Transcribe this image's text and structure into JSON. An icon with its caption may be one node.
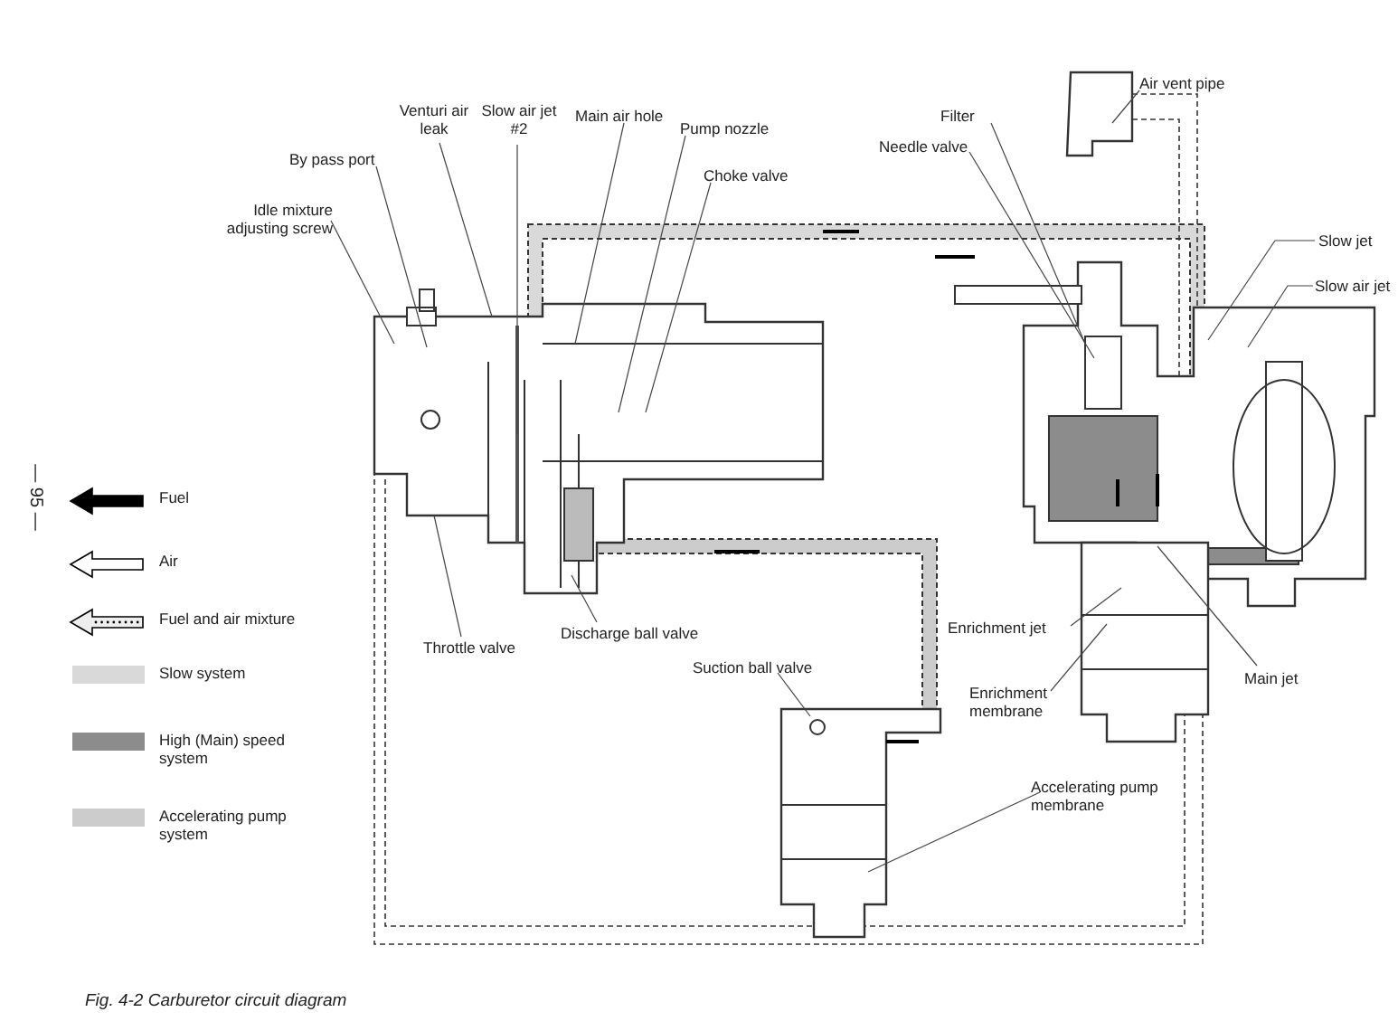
{
  "diagram": {
    "caption": "Fig. 4-2 Carburetor circuit diagram",
    "nodes": [
      {
        "text": [
          "Air vent pipe"
        ]
      },
      {
        "text": [
          "Venturi air leak"
        ]
      },
      {
        "text": [
          "Slow air jet #2"
        ]
      },
      {
        "text": [
          "Main air hole"
        ]
      },
      {
        "text": [
          "Filter"
        ]
      },
      {
        "text": [
          "Pump nozzle"
        ]
      },
      {
        "text": [
          "Needle valve"
        ]
      },
      {
        "text": [
          "By pass port"
        ]
      },
      {
        "text": [
          "Choke valve"
        ]
      },
      {
        "text": [
          "Idle mixture adjusting screw"
        ]
      },
      {
        "text": [
          "Slow jet"
        ]
      },
      {
        "text": [
          "Slow air jet"
        ]
      },
      {
        "text": [
          "Enrichment jet"
        ]
      },
      {
        "text": [
          "Discharge ball valve"
        ]
      },
      {
        "text": [
          "Throttle valve"
        ]
      },
      {
        "text": [
          "Suction ball valve"
        ]
      },
      {
        "text": [
          "Main jet"
        ]
      },
      {
        "text": [
          "Enrichment membrane"
        ]
      },
      {
        "text": [
          "Accelerating pump membrane"
        ]
      }
    ],
    "edges": [
      {
        "from": 0,
        "to": null,
        "arrow": "none"
      },
      {
        "from": 1,
        "to": null,
        "arrow": "none"
      },
      {
        "from": 2,
        "to": null,
        "arrow": "none"
      },
      {
        "from": 3,
        "to": null,
        "arrow": "none"
      },
      {
        "from": 4,
        "to": null,
        "arrow": "none"
      },
      {
        "from": 5,
        "to": null,
        "arrow": "none"
      },
      {
        "from": 6,
        "to": null,
        "arrow": "none"
      },
      {
        "from": 7,
        "to": null,
        "arrow": "none"
      },
      {
        "from": 8,
        "to": null,
        "arrow": "none"
      },
      {
        "from": 9,
        "to": null,
        "arrow": "none"
      },
      {
        "from": 10,
        "to": null,
        "arrow": "none"
      },
      {
        "from": 11,
        "to": null,
        "arrow": "none"
      },
      {
        "from": 12,
        "to": null,
        "arrow": "none"
      },
      {
        "from": 13,
        "to": null,
        "arrow": "none"
      },
      {
        "from": 14,
        "to": null,
        "arrow": "none"
      },
      {
        "from": 15,
        "to": null,
        "arrow": "none"
      },
      {
        "from": 16,
        "to": null,
        "arrow": "none"
      },
      {
        "from": 17,
        "to": null,
        "arrow": "none"
      },
      {
        "from": 18,
        "to": null,
        "arrow": "none"
      }
    ],
    "labels": [
      "— 95 —"
    ],
    "legend": [
      {
        "text": "Fuel"
      },
      {
        "text": "Air"
      },
      {
        "text": "Fuel and air mixture"
      },
      {
        "text": "Slow system",
        "color": "#d9d9d9"
      },
      {
        "text": "High (Main) speed system",
        "color": "#8c8c8c"
      },
      {
        "text": "Accelerating pump system",
        "color": "#cccccc"
      }
    ]
  }
}
